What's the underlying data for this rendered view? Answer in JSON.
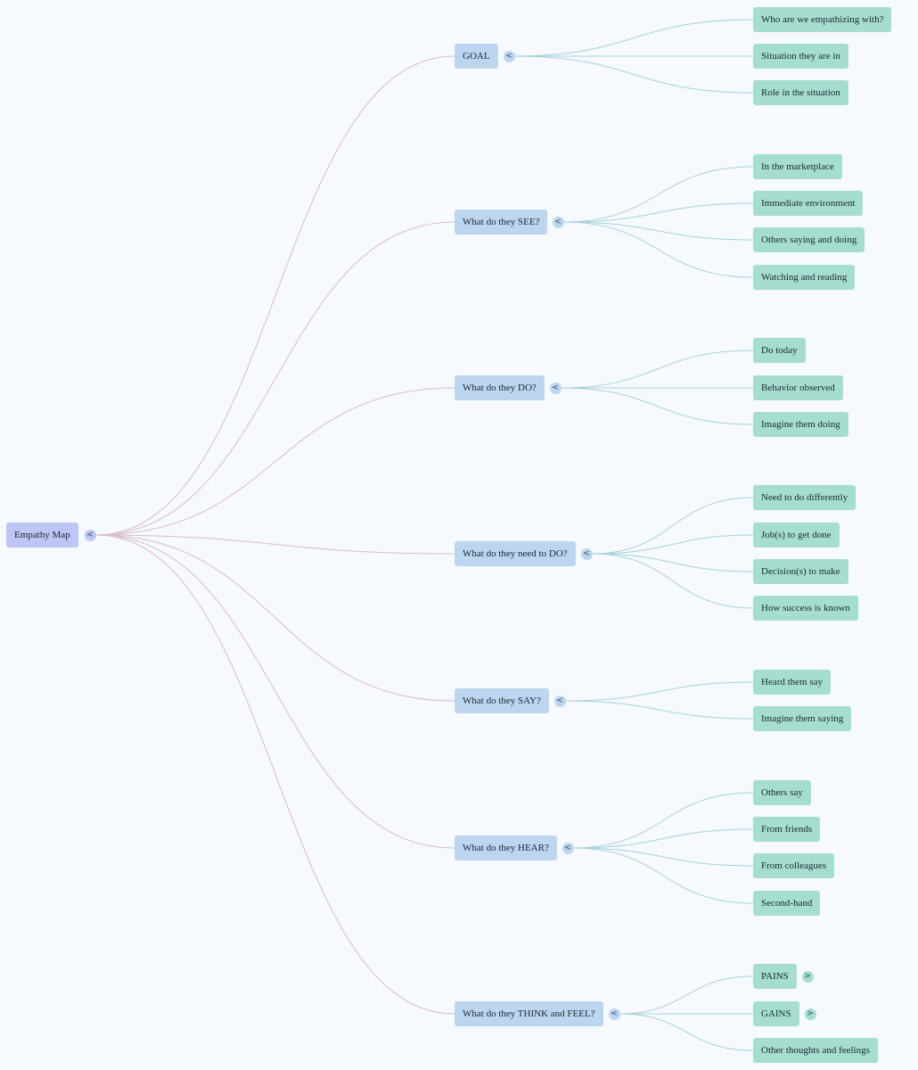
{
  "root": {
    "label": "Empathy Map",
    "toggle": "<"
  },
  "colors": {
    "root_edge": "#d9bccd",
    "child_edge": "#a9d2d6",
    "root_node": "#bfc5f4",
    "category_node": "#bcd6f0",
    "leaf_node": "#a5ded0"
  },
  "categories": [
    {
      "label": "GOAL",
      "toggle": "<",
      "children": [
        {
          "label": "Who are we empathizing with?"
        },
        {
          "label": "Situation they are in"
        },
        {
          "label": "Role in the situation"
        }
      ]
    },
    {
      "label": "What do they SEE?",
      "toggle": "<",
      "children": [
        {
          "label": "In the marketplace"
        },
        {
          "label": "Immediate environment"
        },
        {
          "label": "Others saying and doing"
        },
        {
          "label": "Watching and reading"
        }
      ]
    },
    {
      "label": "What do they DO?",
      "toggle": "<",
      "children": [
        {
          "label": "Do today"
        },
        {
          "label": "Behavior observed"
        },
        {
          "label": "Imagine them doing"
        }
      ]
    },
    {
      "label": "What do they need to DO?",
      "toggle": "<",
      "children": [
        {
          "label": "Need to do differently"
        },
        {
          "label": "Job(s) to get done"
        },
        {
          "label": "Decision(s) to make"
        },
        {
          "label": "How success is known"
        }
      ]
    },
    {
      "label": "What do they SAY?",
      "toggle": "<",
      "children": [
        {
          "label": "Heard them say"
        },
        {
          "label": "Imagine them saying"
        }
      ]
    },
    {
      "label": "What do they HEAR?",
      "toggle": "<",
      "children": [
        {
          "label": "Others say"
        },
        {
          "label": "From friends"
        },
        {
          "label": "From colleagues"
        },
        {
          "label": "Second-hand"
        }
      ]
    },
    {
      "label": "What do they THINK and FEEL?",
      "toggle": "<",
      "children": [
        {
          "label": "PAINS",
          "toggle": ">"
        },
        {
          "label": "GAINS",
          "toggle": ">"
        },
        {
          "label": "Other thoughts and feelings"
        }
      ]
    }
  ]
}
